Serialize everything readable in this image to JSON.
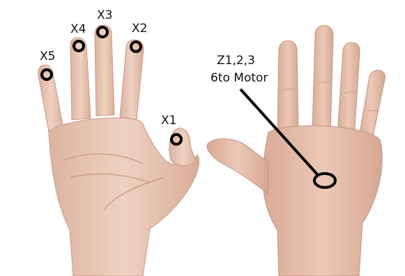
{
  "labels": {
    "x1": "X1",
    "x2": "X2",
    "x3": "X3",
    "x4": "X4",
    "x5": "X5",
    "z_line1": "Z1,2,3",
    "z_line2": "6to Motor"
  },
  "colors": {
    "background": "#ffffff",
    "skin": "#e7c4b1",
    "skin_shadow": "#d4a995",
    "marker": "#000000"
  }
}
